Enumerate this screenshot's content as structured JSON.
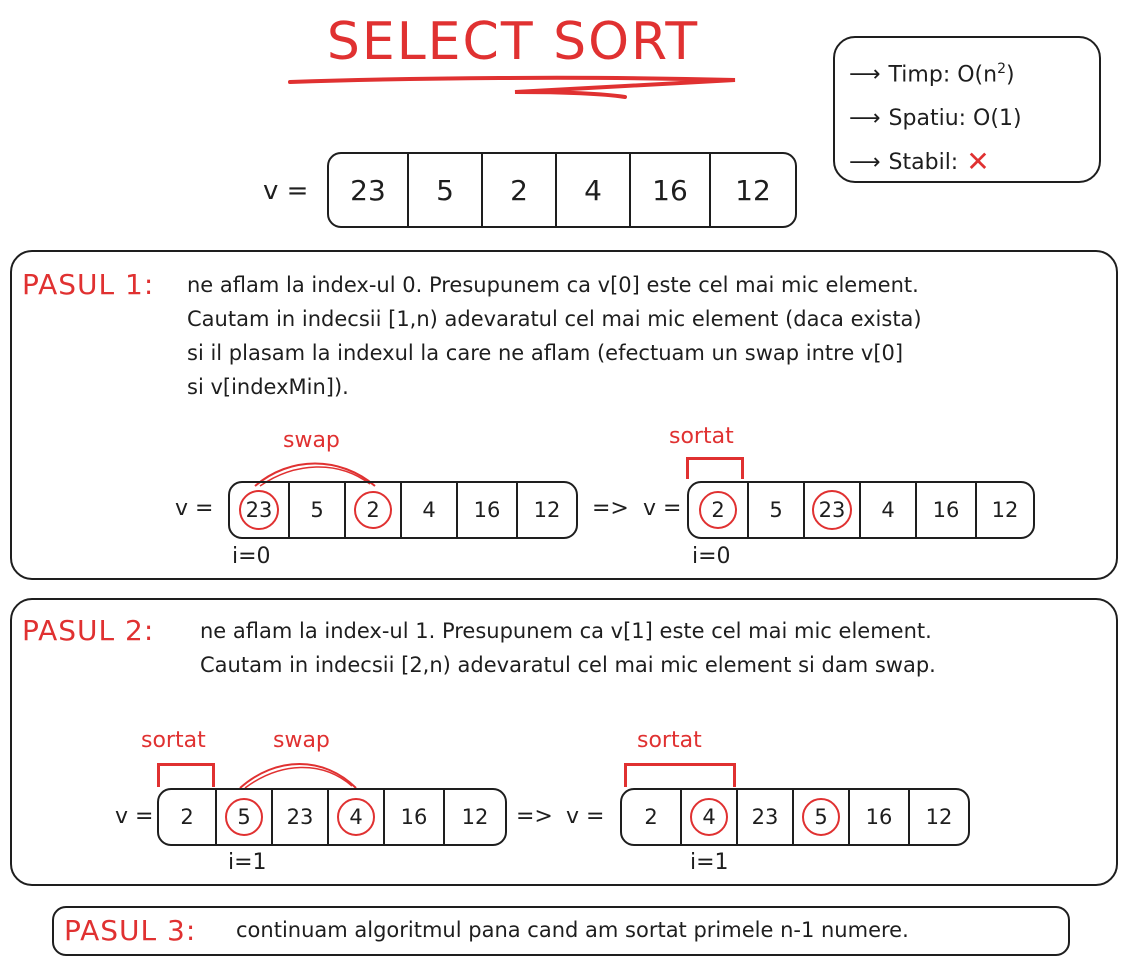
{
  "title": "SELECT SORT",
  "complexity": {
    "time": "Timp: O(n",
    "time_exp": "2",
    "time_end": ")",
    "space": "Spatiu: O(1)",
    "stable": "Stabil:",
    "stable_mark": "✕"
  },
  "main_array": {
    "label": "v =",
    "values": [
      "23",
      "5",
      "2",
      "4",
      "16",
      "12"
    ]
  },
  "step1": {
    "title": "PASUL 1:",
    "lines": [
      "ne aflam la index-ul 0. Presupunem ca v[0] este cel mai mic element.",
      "Cautam in indecsii [1,n) adevaratul cel mai mic element (daca exista)",
      "si il plasam la indexul la care ne aflam (efectuam un swap intre v[0]",
      "si v[indexMin])."
    ],
    "before": {
      "label": "v =",
      "values": [
        "23",
        "5",
        "2",
        "4",
        "16",
        "12"
      ],
      "swap_label": "swap",
      "index": "i=0"
    },
    "arrow": "=>",
    "after": {
      "label": "v =",
      "values": [
        "2",
        "5",
        "23",
        "4",
        "16",
        "12"
      ],
      "sorted_label": "sortat",
      "index": "i=0"
    }
  },
  "step2": {
    "title": "PASUL 2:",
    "lines": [
      "ne aflam la index-ul 1. Presupunem ca v[1] este cel mai mic element.",
      "Cautam in indecsii [2,n) adevaratul cel mai mic element si dam swap."
    ],
    "before": {
      "label": "v =",
      "values": [
        "2",
        "5",
        "23",
        "4",
        "16",
        "12"
      ],
      "sorted_label": "sortat",
      "swap_label": "swap",
      "index": "i=1"
    },
    "arrow": "=>",
    "after": {
      "label": "v =",
      "values": [
        "2",
        "4",
        "23",
        "5",
        "16",
        "12"
      ],
      "sorted_label": "sortat",
      "index": "i=1"
    }
  },
  "step3": {
    "title": "PASUL 3:",
    "text": "continuam algoritmul pana cand am sortat primele n-1 numere."
  },
  "colors": {
    "accent": "#e03131",
    "ink": "#1e1e1e"
  }
}
